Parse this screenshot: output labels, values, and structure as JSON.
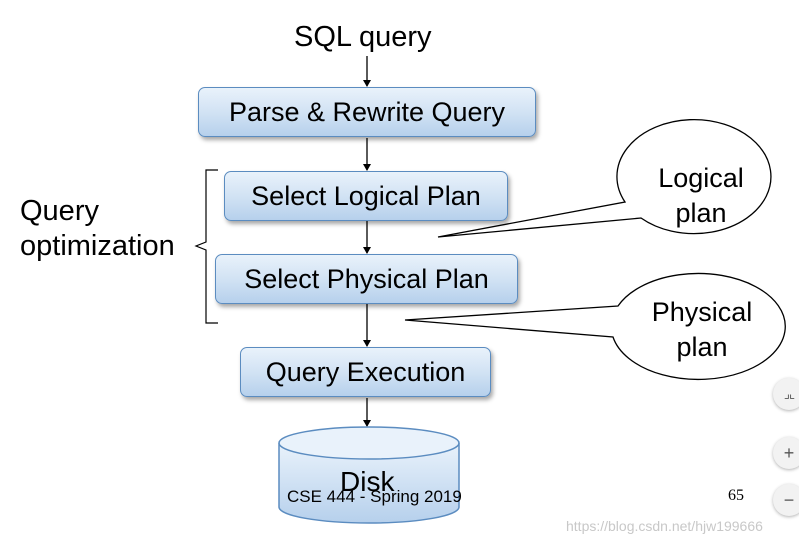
{
  "diagram": {
    "input_label": "SQL query",
    "steps": [
      {
        "label": "Parse & Rewrite Query"
      },
      {
        "label": "Select Logical Plan"
      },
      {
        "label": "Select Physical Plan"
      },
      {
        "label": "Query Execution"
      }
    ],
    "storage_label": "Disk",
    "group_label_line1": "Query",
    "group_label_line2": "optimization",
    "callouts": [
      {
        "line1": "Logical",
        "line2": "plan"
      },
      {
        "line1": "Physical",
        "line2": "plan"
      }
    ]
  },
  "slide": {
    "footer": "CSE 444 - Spring 2019",
    "page_number": "65"
  },
  "watermark": "https://blog.csdn.net/hjw199666",
  "viewer_controls": {
    "fit_icon": "compress-icon",
    "zoom_in_glyph": "+",
    "zoom_out_glyph": "−"
  },
  "colors": {
    "box_border": "#5b8cc0",
    "box_fill_top": "#e9f2fb",
    "box_fill_bottom": "#b6d0ec"
  }
}
